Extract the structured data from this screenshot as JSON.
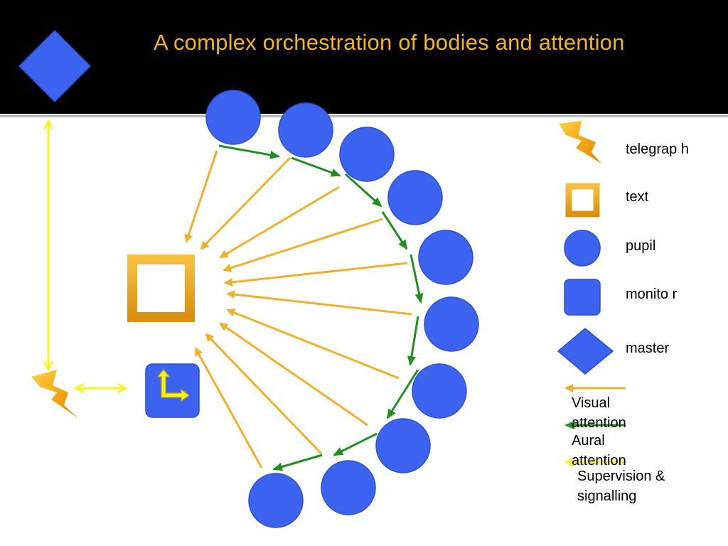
{
  "slide": {
    "title": "A complex orchestration of bodies and attention"
  },
  "legend": {
    "telegraph": "telegrap h",
    "text": "text",
    "pupil": "pupil",
    "monitor": "monito r",
    "master": "master",
    "visual_attention": "Visual attention",
    "aural_attention": "Aural attention",
    "supervision": "Supervision & signalling"
  },
  "colors": {
    "header_bg": "#000000",
    "title": "#f2b51c",
    "pupil": "#3b63f0",
    "pupil_stroke": "#2c4fd0",
    "visual_attention": "#f0b02a",
    "aural_attention": "#1f8f1f",
    "supervision": "#f5f51e",
    "text_square": "#e8a21a",
    "telegraph": "#f5a80f"
  },
  "icons": {
    "master": "diamond-icon",
    "text": "square-outline-icon",
    "telegraph": "lightning-bolt-icon",
    "monitor": "rounded-square-corner-arrow-icon",
    "pupil": "circle-icon"
  }
}
